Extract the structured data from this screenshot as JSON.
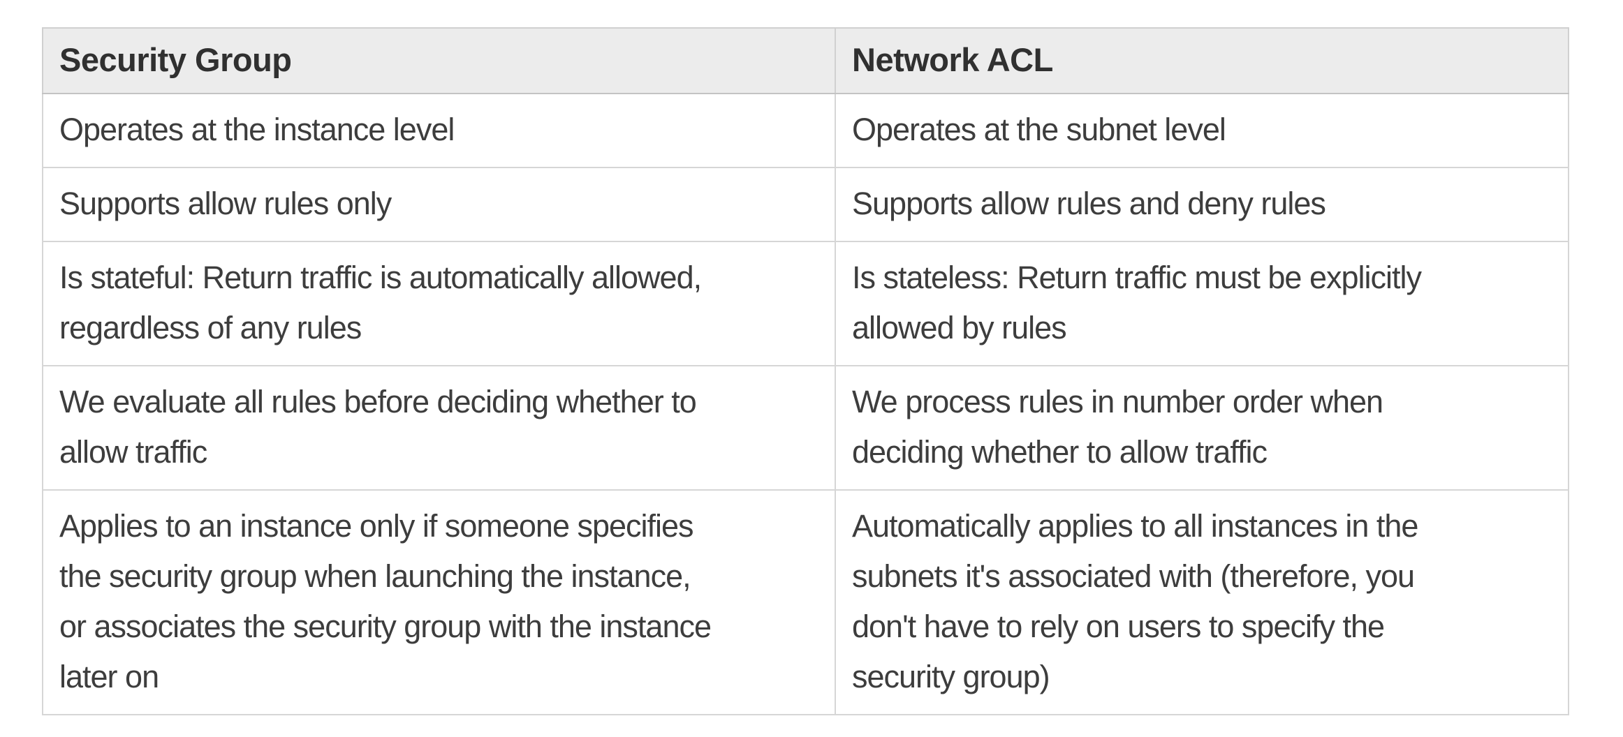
{
  "page": {
    "background": "#ffffff"
  },
  "colors": {
    "header_background": "#ececec",
    "header_text": "#303030",
    "body_text": "#3d3d3d",
    "inner_border": "#d6d6d6",
    "outer_border": "#c3c3c3"
  },
  "table": {
    "columns": [
      {
        "label": "Security Group"
      },
      {
        "label": "Network ACL"
      }
    ],
    "rows": [
      {
        "security_group": "Operates at the instance level",
        "network_acl": "Operates at the subnet level"
      },
      {
        "security_group": "Supports allow rules only",
        "network_acl": "Supports allow rules and deny rules"
      },
      {
        "security_group": "Is stateful: Return traffic is automatically allowed,\nregardless of any rules",
        "network_acl": "Is stateless: Return traffic must be explicitly\nallowed by rules"
      },
      {
        "security_group": "We evaluate all rules before deciding whether to\nallow traffic",
        "network_acl": "We process rules in number order when\ndeciding whether to allow traffic"
      },
      {
        "security_group": "Applies to an instance only if someone specifies\nthe security group when launching the instance,\nor associates the security group with the instance\nlater on",
        "network_acl": "Automatically applies to all instances in the\nsubnets it's associated with (therefore, you\ndon't have to rely on users to specify the\nsecurity group)"
      }
    ]
  }
}
